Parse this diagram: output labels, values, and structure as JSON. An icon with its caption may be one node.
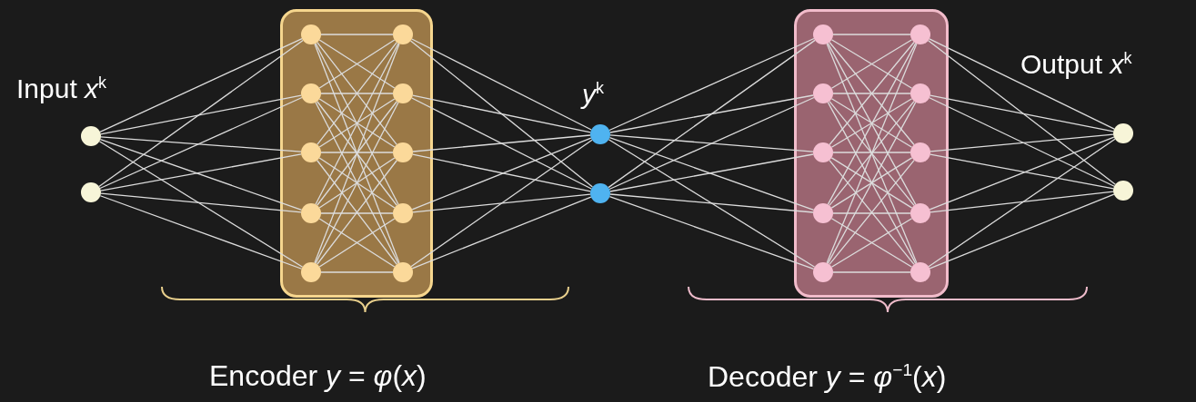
{
  "diagram": {
    "nodes": [
      {
        "text": [],
        "shape": "circle"
      },
      {
        "text": [],
        "shape": "circle"
      },
      {
        "text": [],
        "shape": "box"
      },
      {
        "text": [],
        "shape": "circle",
        "in": 2
      },
      {
        "text": [],
        "shape": "circle",
        "in": 2
      },
      {
        "text": [],
        "shape": "circle",
        "in": 2
      },
      {
        "text": [],
        "shape": "circle",
        "in": 2
      },
      {
        "text": [],
        "shape": "circle",
        "in": 2
      },
      {
        "text": [],
        "shape": "circle",
        "in": 2
      },
      {
        "text": [],
        "shape": "circle",
        "in": 2
      },
      {
        "text": [],
        "shape": "circle",
        "in": 2
      },
      {
        "text": [],
        "shape": "circle",
        "in": 2
      },
      {
        "text": [],
        "shape": "circle",
        "in": 2
      },
      {
        "text": [],
        "shape": "circle"
      },
      {
        "text": [],
        "shape": "circle"
      },
      {
        "text": [],
        "shape": "box"
      },
      {
        "text": [],
        "shape": "circle",
        "in": 15
      },
      {
        "text": [],
        "shape": "circle",
        "in": 15
      },
      {
        "text": [],
        "shape": "circle",
        "in": 15
      },
      {
        "text": [],
        "shape": "circle",
        "in": 15
      },
      {
        "text": [],
        "shape": "circle",
        "in": 15
      },
      {
        "text": [],
        "shape": "circle",
        "in": 15
      },
      {
        "text": [],
        "shape": "circle",
        "in": 15
      },
      {
        "text": [],
        "shape": "circle",
        "in": 15
      },
      {
        "text": [],
        "shape": "circle",
        "in": 15
      },
      {
        "text": [],
        "shape": "circle",
        "in": 15
      },
      {
        "text": [],
        "shape": "circle"
      },
      {
        "text": [],
        "shape": "circle"
      }
    ],
    "edges": [
      {
        "from": 0,
        "to": 3,
        "arrow": "none"
      },
      {
        "from": 0,
        "to": 4,
        "arrow": "none"
      },
      {
        "from": 0,
        "to": 5,
        "arrow": "none"
      },
      {
        "from": 0,
        "to": 6,
        "arrow": "none"
      },
      {
        "from": 0,
        "to": 7,
        "arrow": "none"
      },
      {
        "from": 1,
        "to": 3,
        "arrow": "none"
      },
      {
        "from": 1,
        "to": 4,
        "arrow": "none"
      },
      {
        "from": 1,
        "to": 5,
        "arrow": "none"
      },
      {
        "from": 1,
        "to": 6,
        "arrow": "none"
      },
      {
        "from": 1,
        "to": 7,
        "arrow": "none"
      },
      {
        "from": 3,
        "to": 8,
        "arrow": "none"
      },
      {
        "from": 3,
        "to": 9,
        "arrow": "none"
      },
      {
        "from": 3,
        "to": 10,
        "arrow": "none"
      },
      {
        "from": 3,
        "to": 11,
        "arrow": "none"
      },
      {
        "from": 3,
        "to": 12,
        "arrow": "none"
      },
      {
        "from": 4,
        "to": 8,
        "arrow": "none"
      },
      {
        "from": 4,
        "to": 9,
        "arrow": "none"
      },
      {
        "from": 4,
        "to": 10,
        "arrow": "none"
      },
      {
        "from": 4,
        "to": 11,
        "arrow": "none"
      },
      {
        "from": 4,
        "to": 12,
        "arrow": "none"
      },
      {
        "from": 5,
        "to": 8,
        "arrow": "none"
      },
      {
        "from": 5,
        "to": 9,
        "arrow": "none"
      },
      {
        "from": 5,
        "to": 10,
        "arrow": "none"
      },
      {
        "from": 5,
        "to": 11,
        "arrow": "none"
      },
      {
        "from": 5,
        "to": 12,
        "arrow": "none"
      },
      {
        "from": 6,
        "to": 8,
        "arrow": "none"
      },
      {
        "from": 6,
        "to": 9,
        "arrow": "none"
      },
      {
        "from": 6,
        "to": 10,
        "arrow": "none"
      },
      {
        "from": 6,
        "to": 11,
        "arrow": "none"
      },
      {
        "from": 6,
        "to": 12,
        "arrow": "none"
      },
      {
        "from": 7,
        "to": 8,
        "arrow": "none"
      },
      {
        "from": 7,
        "to": 9,
        "arrow": "none"
      },
      {
        "from": 7,
        "to": 10,
        "arrow": "none"
      },
      {
        "from": 7,
        "to": 11,
        "arrow": "none"
      },
      {
        "from": 7,
        "to": 12,
        "arrow": "none"
      },
      {
        "from": 8,
        "to": 13,
        "arrow": "none"
      },
      {
        "from": 8,
        "to": 14,
        "arrow": "none"
      },
      {
        "from": 9,
        "to": 13,
        "arrow": "none"
      },
      {
        "from": 9,
        "to": 14,
        "arrow": "none"
      },
      {
        "from": 10,
        "to": 13,
        "arrow": "none"
      },
      {
        "from": 10,
        "to": 14,
        "arrow": "none"
      },
      {
        "from": 11,
        "to": 13,
        "arrow": "none"
      },
      {
        "from": 11,
        "to": 14,
        "arrow": "none"
      },
      {
        "from": 12,
        "to": 13,
        "arrow": "none"
      },
      {
        "from": 12,
        "to": 14,
        "arrow": "none"
      },
      {
        "from": 13,
        "to": 16,
        "arrow": "none"
      },
      {
        "from": 13,
        "to": 17,
        "arrow": "none"
      },
      {
        "from": 13,
        "to": 18,
        "arrow": "none"
      },
      {
        "from": 13,
        "to": 19,
        "arrow": "none"
      },
      {
        "from": 13,
        "to": 20,
        "arrow": "none"
      },
      {
        "from": 14,
        "to": 16,
        "arrow": "none"
      },
      {
        "from": 14,
        "to": 17,
        "arrow": "none"
      },
      {
        "from": 14,
        "to": 18,
        "arrow": "none"
      },
      {
        "from": 14,
        "to": 19,
        "arrow": "none"
      },
      {
        "from": 14,
        "to": 20,
        "arrow": "none"
      },
      {
        "from": 16,
        "to": 21,
        "arrow": "none"
      },
      {
        "from": 16,
        "to": 22,
        "arrow": "none"
      },
      {
        "from": 16,
        "to": 23,
        "arrow": "none"
      },
      {
        "from": 16,
        "to": 24,
        "arrow": "none"
      },
      {
        "from": 16,
        "to": 25,
        "arrow": "none"
      },
      {
        "from": 17,
        "to": 21,
        "arrow": "none"
      },
      {
        "from": 17,
        "to": 22,
        "arrow": "none"
      },
      {
        "from": 17,
        "to": 23,
        "arrow": "none"
      },
      {
        "from": 17,
        "to": 24,
        "arrow": "none"
      },
      {
        "from": 17,
        "to": 25,
        "arrow": "none"
      },
      {
        "from": 18,
        "to": 21,
        "arrow": "none"
      },
      {
        "from": 18,
        "to": 22,
        "arrow": "none"
      },
      {
        "from": 18,
        "to": 23,
        "arrow": "none"
      },
      {
        "from": 18,
        "to": 24,
        "arrow": "none"
      },
      {
        "from": 18,
        "to": 25,
        "arrow": "none"
      },
      {
        "from": 19,
        "to": 21,
        "arrow": "none"
      },
      {
        "from": 19,
        "to": 22,
        "arrow": "none"
      },
      {
        "from": 19,
        "to": 23,
        "arrow": "none"
      },
      {
        "from": 19,
        "to": 24,
        "arrow": "none"
      },
      {
        "from": 19,
        "to": 25,
        "arrow": "none"
      },
      {
        "from": 20,
        "to": 21,
        "arrow": "none"
      },
      {
        "from": 20,
        "to": 22,
        "arrow": "none"
      },
      {
        "from": 20,
        "to": 23,
        "arrow": "none"
      },
      {
        "from": 20,
        "to": 24,
        "arrow": "none"
      },
      {
        "from": 20,
        "to": 25,
        "arrow": "none"
      },
      {
        "from": 21,
        "to": 26,
        "arrow": "none"
      },
      {
        "from": 21,
        "to": 27,
        "arrow": "none"
      },
      {
        "from": 22,
        "to": 26,
        "arrow": "none"
      },
      {
        "from": 22,
        "to": 27,
        "arrow": "none"
      },
      {
        "from": 23,
        "to": 26,
        "arrow": "none"
      },
      {
        "from": 23,
        "to": 27,
        "arrow": "none"
      },
      {
        "from": 24,
        "to": 26,
        "arrow": "none"
      },
      {
        "from": 24,
        "to": 27,
        "arrow": "none"
      },
      {
        "from": 25,
        "to": 26,
        "arrow": "none"
      },
      {
        "from": 25,
        "to": 27,
        "arrow": "none"
      }
    ],
    "labels": [
      "Input *x*$^{k}$",
      "*y*$^{k}$",
      "Output *x*$^{k}$",
      "Encoder *y* = *φ*(*x*)",
      "Decoder *y* = *φ*$^{−1}$(*x*)"
    ]
  }
}
